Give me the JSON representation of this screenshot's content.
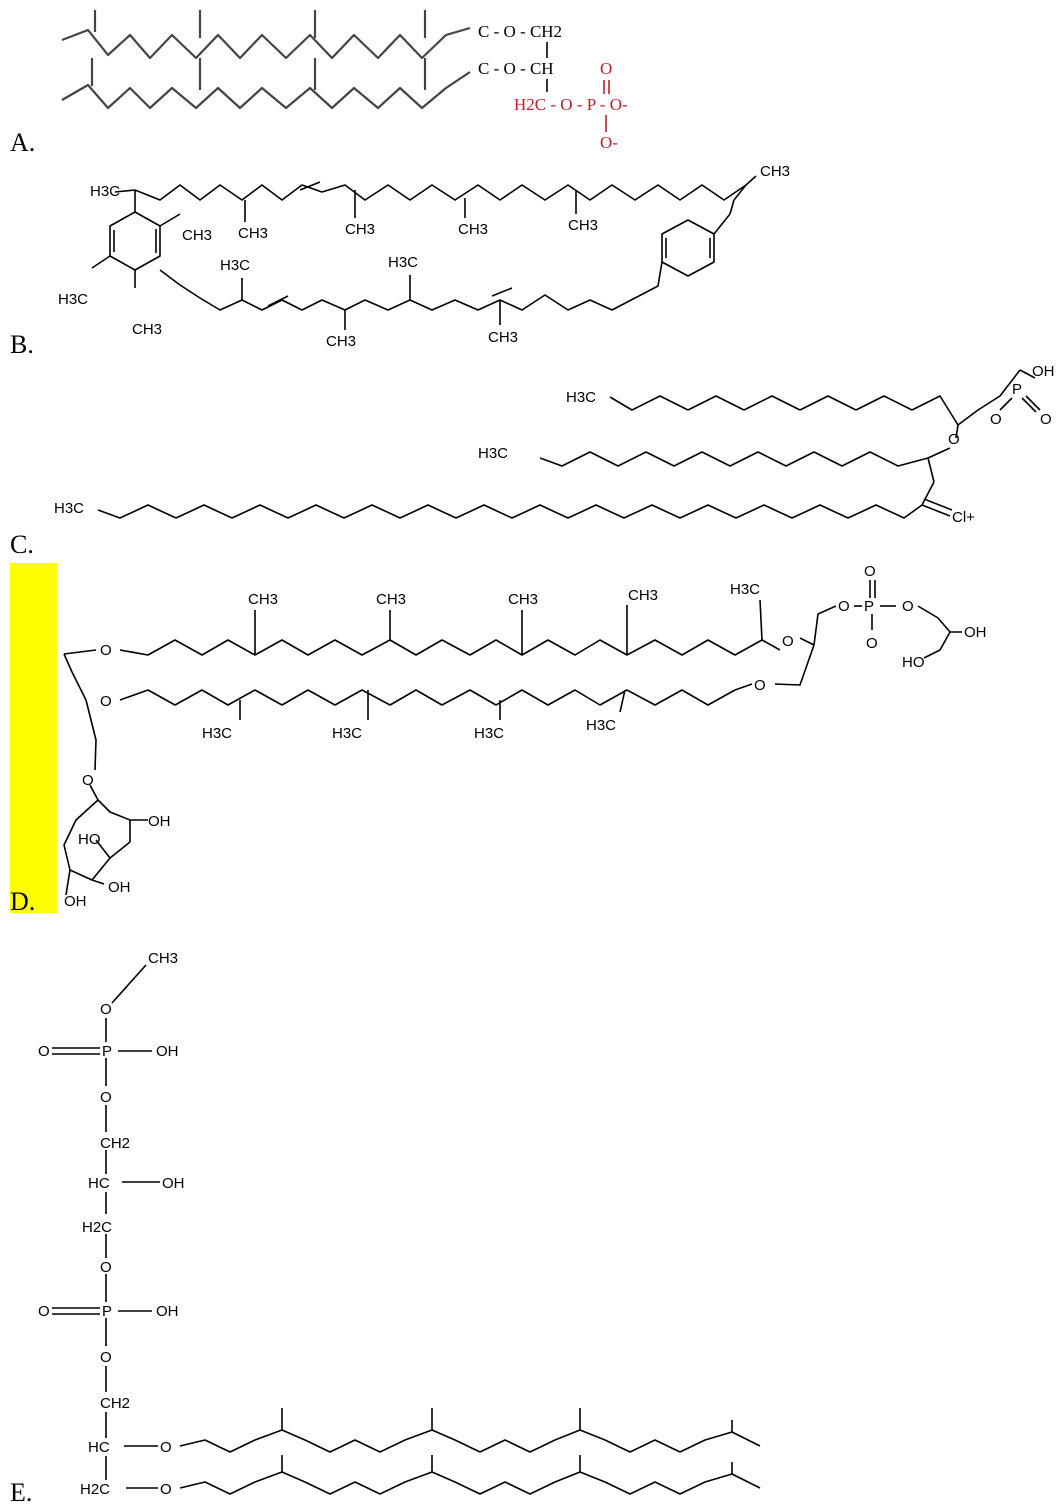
{
  "question": {
    "highlighted_option": "D",
    "options": [
      {
        "label": "A.",
        "fragments": [
          "C - O - CH2",
          "C - O - CH",
          "H2C - O - P - O-",
          "O",
          "O-"
        ]
      },
      {
        "label": "B.",
        "fragments": [
          "H3C",
          "CH3",
          "CH3",
          "CH3",
          "CH3",
          "CH3",
          "H3C",
          "CH3",
          "H3C",
          "H3C",
          "CH3",
          "CH3",
          "CH3"
        ]
      },
      {
        "label": "C.",
        "fragments": [
          "H3C",
          "H3C",
          "H3C",
          "O",
          "P",
          "OH",
          "O",
          "O",
          "Cl+"
        ]
      },
      {
        "label": "D.",
        "fragments": [
          "CH3",
          "CH3",
          "CH3",
          "CH3",
          "H3C",
          "O",
          "O",
          "O",
          "O",
          "O",
          "P",
          "O",
          "O",
          "OH",
          "HO",
          "H3C",
          "H3C",
          "H3C",
          "H3C",
          "O",
          "O",
          "OH",
          "HO",
          "OH",
          "OH"
        ]
      },
      {
        "label": "E.",
        "fragments": [
          "CH3",
          "O",
          "O",
          "P",
          "OH",
          "O",
          "CH2",
          "HC",
          "OH",
          "H2C",
          "O",
          "O",
          "P",
          "OH",
          "O",
          "CH2",
          "HC",
          "O",
          "H2C",
          "O"
        ]
      }
    ]
  }
}
